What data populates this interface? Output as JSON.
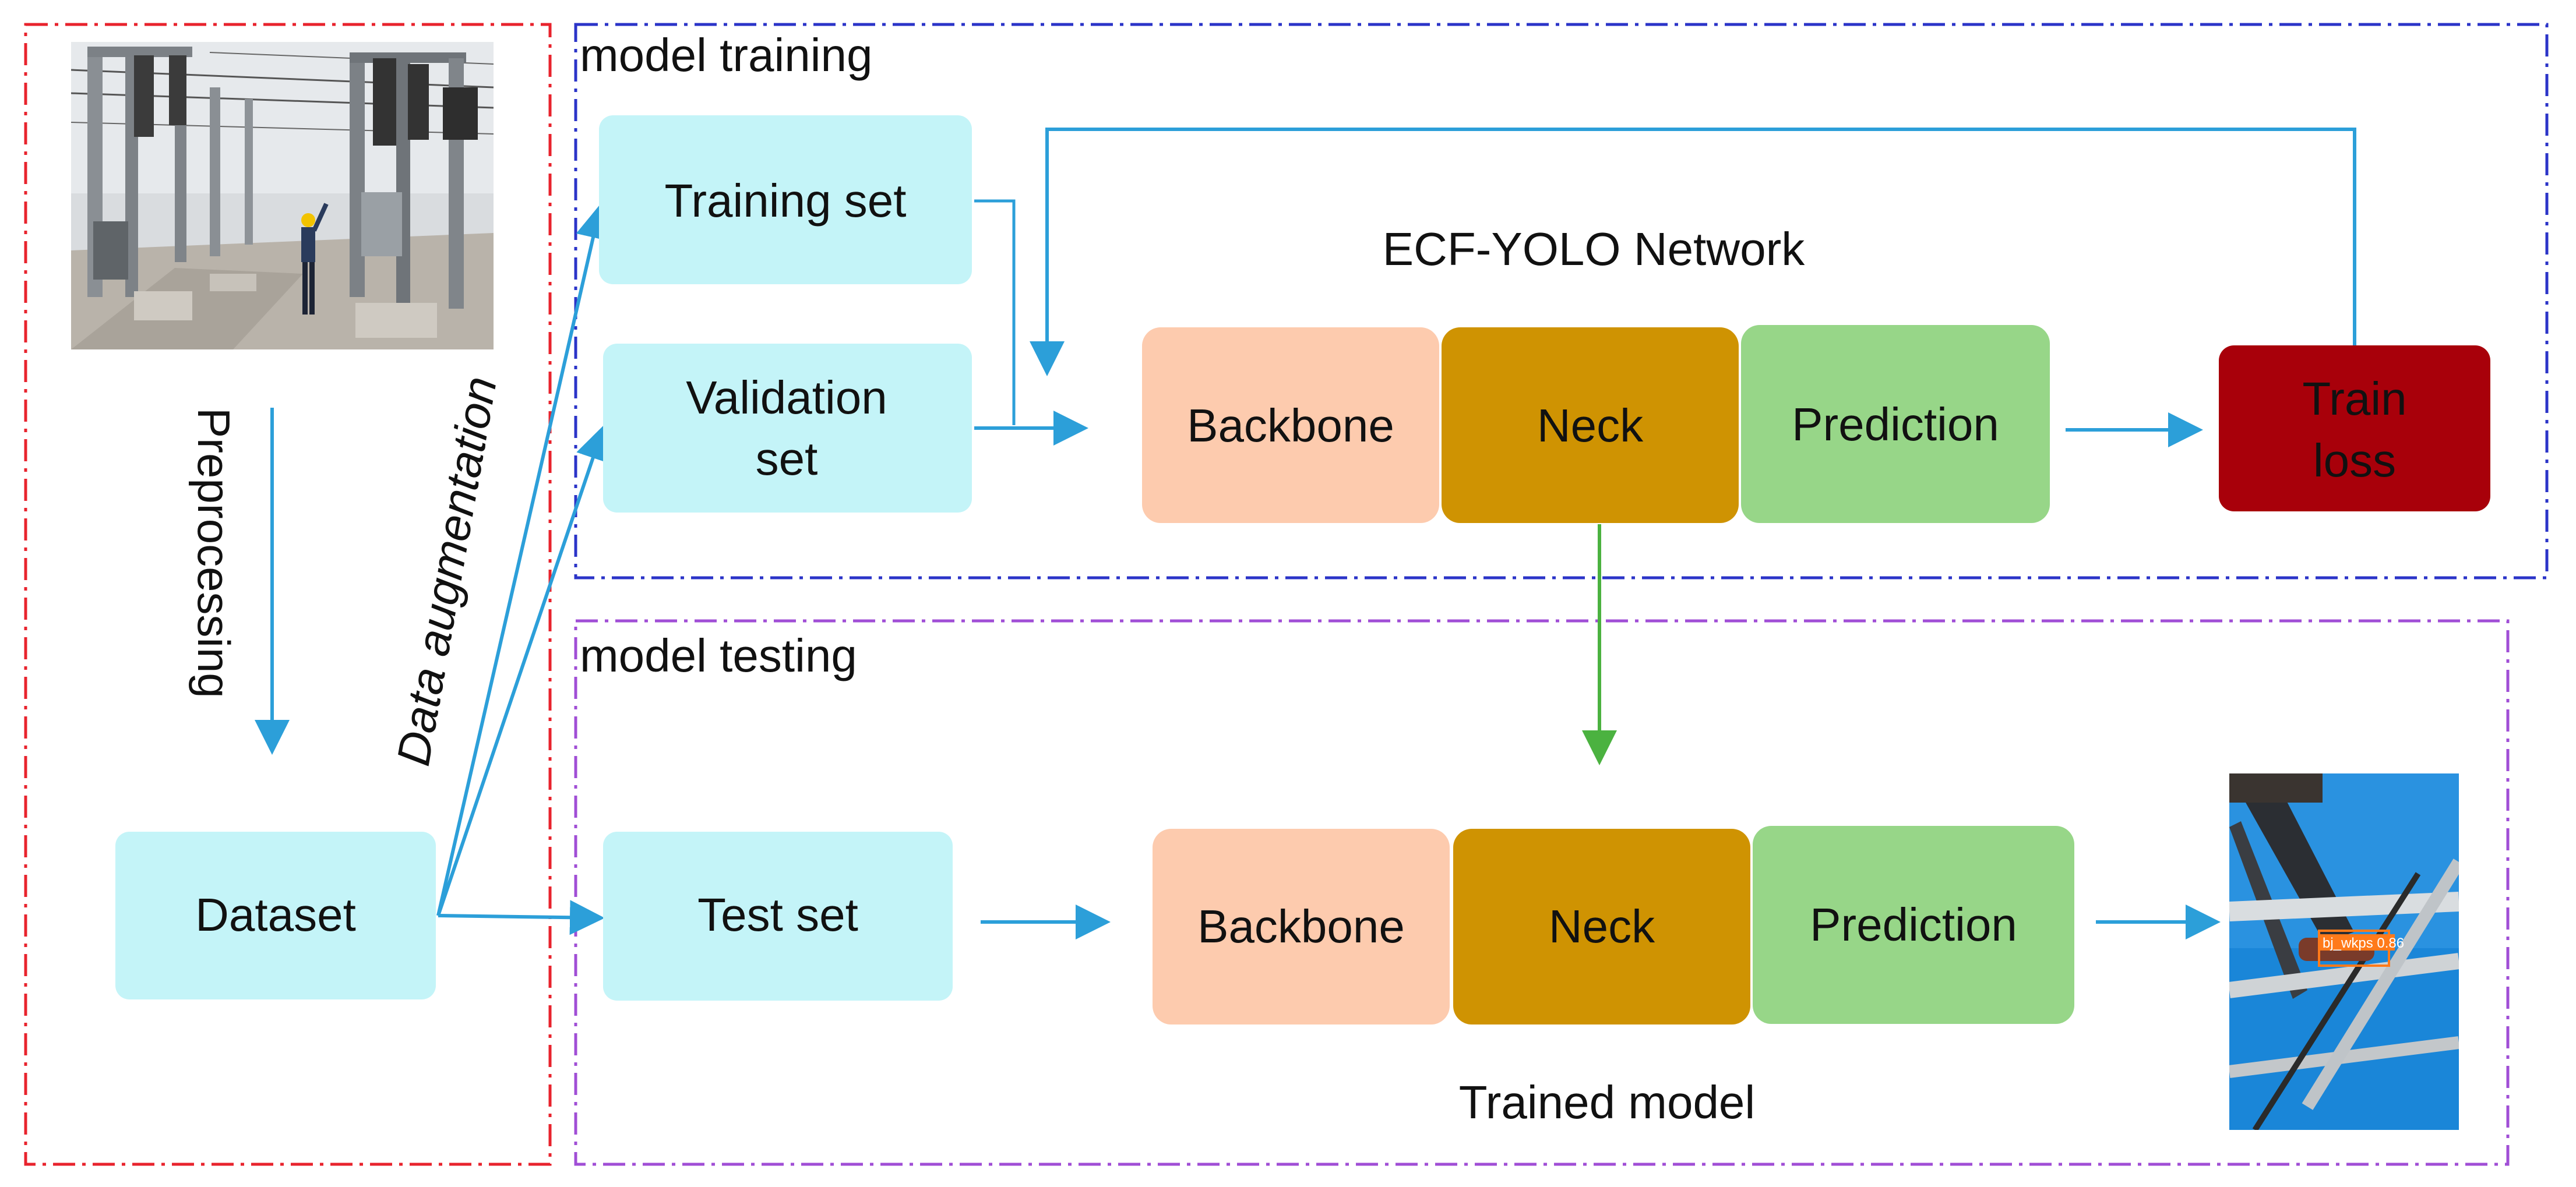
{
  "colors": {
    "prep_border": "#e8232d",
    "train_border": "#2b34c8",
    "test_border": "#a04ed6",
    "dataset_box": "#c4f4f8",
    "backbone": "#fdcbae",
    "neck": "#cf9302",
    "prediction": "#97d688",
    "train_loss": "#a8000a",
    "arrow_blue": "#2c9fd9",
    "arrow_green": "#4bb240"
  },
  "sections": {
    "training_title": "model training",
    "testing_title": "model testing"
  },
  "boxes": {
    "training_set": "Training set",
    "validation_set_line1": "Validation",
    "validation_set_line2": "set",
    "dataset": "Dataset",
    "test_set": "Test set",
    "train_loss_line1": "Train",
    "train_loss_line2": "loss"
  },
  "network": {
    "title": "ECF-YOLO Network",
    "backbone": "Backbone",
    "neck": "Neck",
    "prediction": "Prediction"
  },
  "trained": {
    "title": "Trained model",
    "backbone": "Backbone",
    "neck": "Neck",
    "prediction": "Prediction"
  },
  "labels": {
    "preprocessing": "Preprocessing",
    "augmentation": "Data augmentation"
  },
  "result_image": {
    "detection_label": "bj_wkps 0.86"
  },
  "icons": {
    "substation_photo": "substation-photo-icon",
    "detection_result": "detection-result-photo-icon"
  }
}
